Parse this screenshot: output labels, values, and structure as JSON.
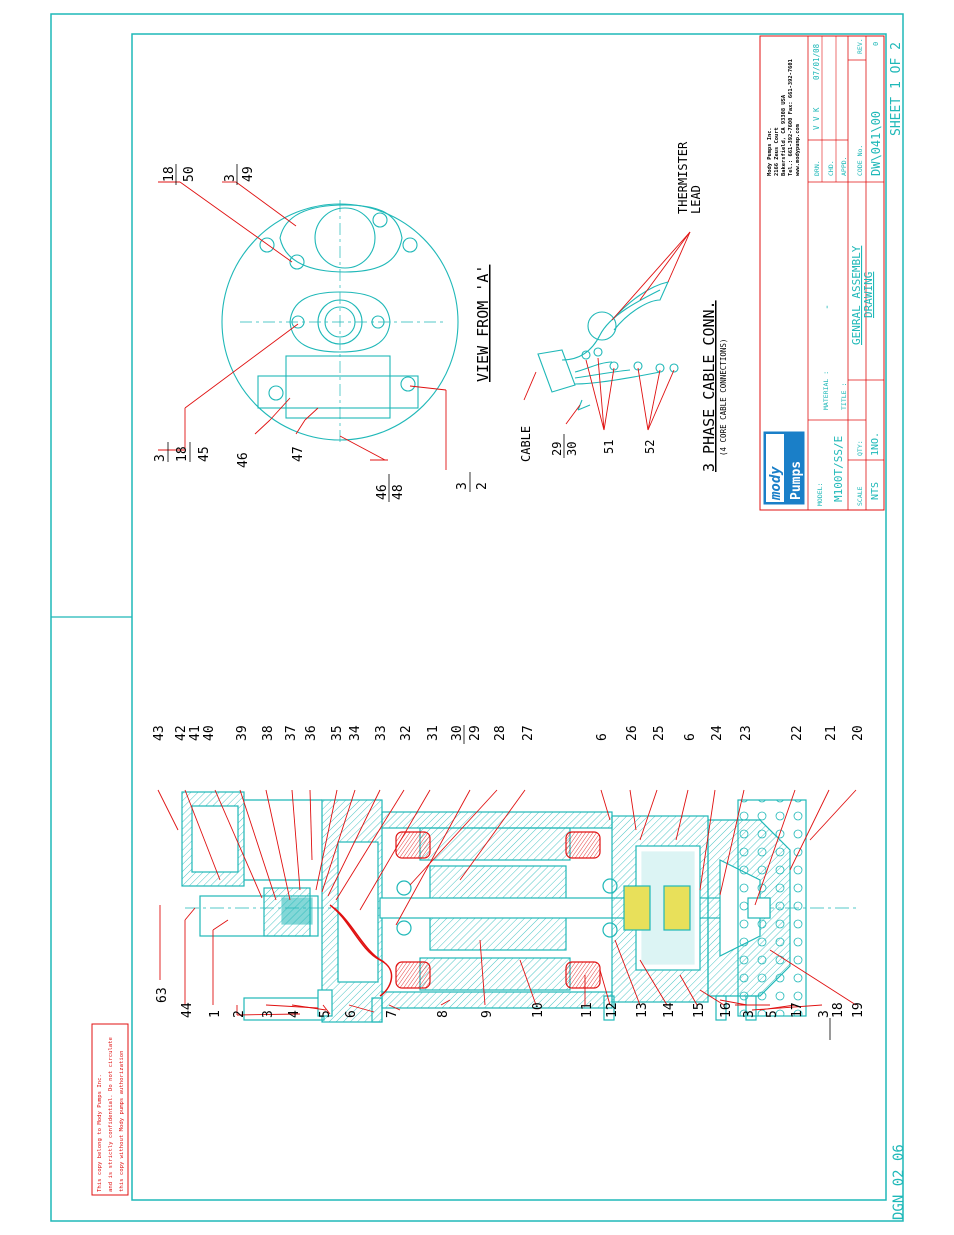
{
  "sheet_code": "DGN 02 06",
  "notice": [
    "This copy belong to Mody Pumps Inc.",
    "and is strictly confidential. Do not circulate",
    "this copy without Mody pumps authorization"
  ],
  "part_labels": {
    "p63": "63",
    "p44": "44",
    "p1": "1",
    "p2": "2",
    "p3a": "3",
    "p4": "4",
    "p5a": "5",
    "p6a": "6",
    "p7": "7",
    "p8": "8",
    "p9": "9",
    "p10": "10",
    "p11": "11",
    "p12": "12",
    "p13": "13",
    "p14": "14",
    "p15": "15",
    "p16": "16",
    "p3b": "3",
    "p5b": "5",
    "p17": "17",
    "p3c": "3",
    "p18": "18",
    "p19": "19",
    "p43": "43",
    "p42": "42",
    "p41": "41",
    "p40": "40",
    "p39": "39",
    "p38": "38",
    "p37": "37",
    "p36": "36",
    "p35": "35",
    "p34": "34",
    "p33": "33",
    "p32": "32",
    "p31": "31",
    "p30": "30",
    "p29": "29",
    "p28": "28",
    "p27": "27",
    "p6b": "6",
    "p26": "26",
    "p25": "25",
    "p6c": "6",
    "p24": "24",
    "p23": "23",
    "p22": "22",
    "p21": "21",
    "p20": "20"
  },
  "view_a": {
    "title": "VIEW FROM 'A'",
    "labels": {
      "g1a": "18",
      "g1b": "50",
      "g2a": "3",
      "g2b": "49",
      "g3a": "3",
      "g3b": "18",
      "g3c": "45",
      "l46": "46",
      "l47": "47",
      "g4a": "46",
      "g4b": "48",
      "g5a": "3",
      "g5b": "2"
    }
  },
  "cable_conn": {
    "title": "3 PHASE CABLE CONN.",
    "subtitle": "(4 CORE CABLE CONNECTIONS)",
    "cable": "CABLE",
    "thermister_1": "THERMISTER",
    "thermister_2": "LEAD",
    "l29": "29",
    "l30": "30",
    "l51": "51",
    "l52": "52"
  },
  "title_block": {
    "company": [
      "Mody Pumps Inc.",
      "2166 Zeus Court",
      "Bakersfield, CA 93308 USA",
      "Tel.: 661-392-7600 Fax: 661-392-7601",
      "www.modypump.com"
    ],
    "logo_top": "mody",
    "logo_bottom": "Pumps",
    "drn_label": "DRN.",
    "drn_value": "V V K",
    "drn_date": "07/01/08",
    "chd_label": "CHD.",
    "appd_label": "APPD.",
    "material_label": "MATERIAL :",
    "material_value": "-",
    "title_label": "TITLE :",
    "title_1": "GENRAL ASSEMBLY",
    "title_2": "DRAWING",
    "model_label": "MODEL:",
    "model_value": "M100T/SS/E",
    "qty_label": "QTY:",
    "qty_value": "1NO.",
    "scale_label": "SCALE",
    "scale_value": "NTS",
    "code_label": "CODE No.",
    "code_value": "DW\\041\\00",
    "rev_label": "REV.",
    "rev_value": "0",
    "sheet_text": "SHEET 1 OF 2"
  }
}
